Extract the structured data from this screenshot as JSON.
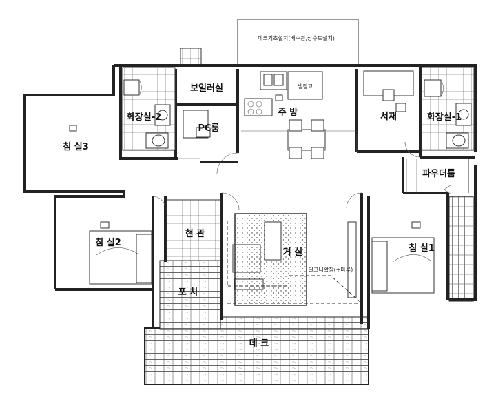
{
  "plan": {
    "rooms": {
      "deck_foundation": "데크기초설치(배수관,상수도설치)",
      "boiler_room": "보일러실",
      "refrigerator": "냉장고",
      "kitchen": "주 방",
      "study": "서재",
      "bathroom2": "화장실-2",
      "bathroom1": "화장실-1",
      "pc_room": "PC룸",
      "bedroom3": "침 실3",
      "powder_room": "파우더룸",
      "entrance": "현 관",
      "bedroom2": "침 실2",
      "living_room": "거 실",
      "bedroom1": "침 실1",
      "balcony_note": "발코니확장(+마루)",
      "porch": "포 치",
      "deck": "데 크"
    }
  }
}
